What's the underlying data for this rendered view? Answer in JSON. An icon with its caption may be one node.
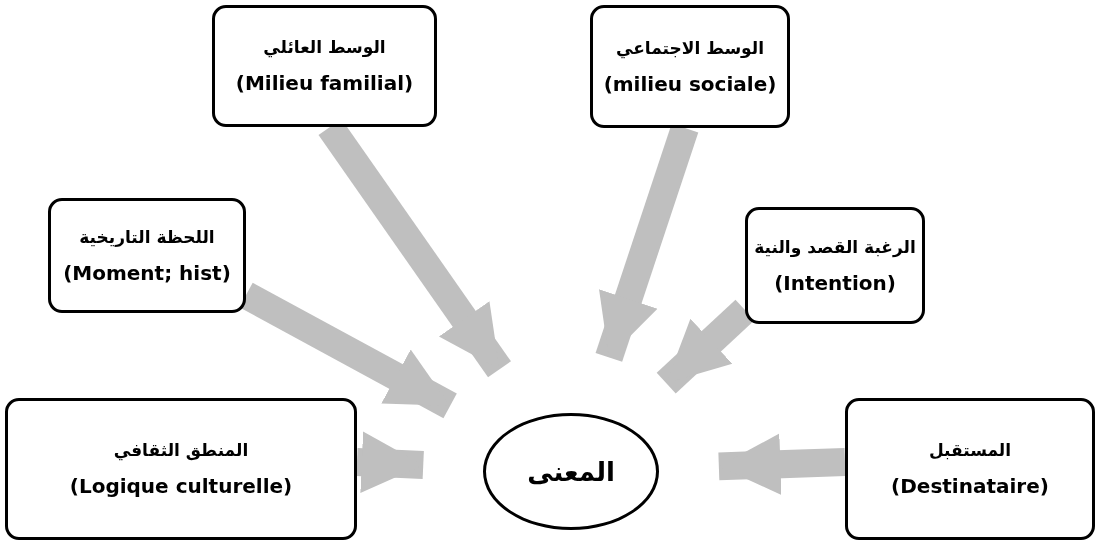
{
  "diagram": {
    "nodes": [
      {
        "text": [
          "الوسط العائلي",
          "(Milieu familial)"
        ]
      },
      {
        "text": [
          "الوسط الاجتماعي",
          "(milieu sociale)"
        ]
      },
      {
        "text": [
          "اللحظة التاريخية",
          "(Moment; hist)"
        ]
      },
      {
        "text": [
          "الرغبة القصد والنية",
          "(Intention)"
        ]
      },
      {
        "text": [
          "المنطق الثقافي",
          "(Logique culturelle)"
        ]
      },
      {
        "text": [
          "المستقبل",
          "(Destinataire)"
        ]
      },
      {
        "text": [
          "المعنى"
        ]
      }
    ],
    "edges": [
      {
        "from": 0,
        "to": 6,
        "arrow": "to"
      },
      {
        "from": 1,
        "to": 6,
        "arrow": "to"
      },
      {
        "from": 2,
        "to": 6,
        "arrow": "to"
      },
      {
        "from": 3,
        "to": 6,
        "arrow": "to"
      },
      {
        "from": 4,
        "to": 6,
        "arrow": "to"
      },
      {
        "from": 5,
        "to": 6,
        "arrow": "to"
      }
    ]
  }
}
